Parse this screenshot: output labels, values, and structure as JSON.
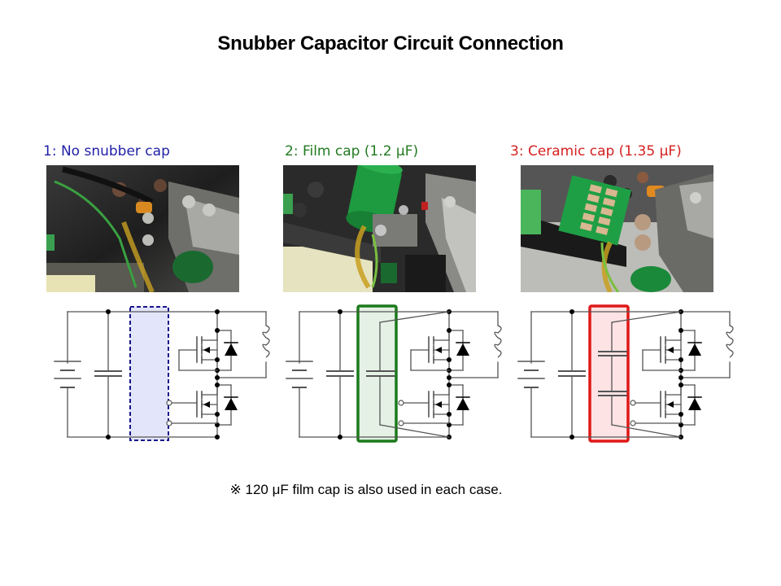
{
  "title": "Snubber Capacitor Circuit Connection",
  "cases": [
    {
      "id": "no-snubber",
      "label": "1: No snubber cap",
      "color": "#1f1fa8",
      "highlight_fill": "#e3e5fb",
      "highlight_stroke": "#16168c",
      "highlight_style": "dashed",
      "snubber_caps": 0,
      "photo_description": "Power module terminals with wires, no snubber capacitor"
    },
    {
      "id": "film-cap",
      "label": "2: Film cap (1.2 μF)",
      "color": "#217a21",
      "highlight_fill": "#e4f1e4",
      "highlight_stroke": "#1b7a1b",
      "highlight_style": "solid",
      "snubber_caps": 1,
      "photo_description": "Green cylindrical film capacitor mounted on module terminals"
    },
    {
      "id": "ceramic-cap",
      "label": "3: Ceramic cap (1.35 μF)",
      "color": "#d42020",
      "highlight_fill": "#fde3e3",
      "highlight_stroke": "#e01818",
      "highlight_style": "solid",
      "snubber_caps": 2,
      "photo_description": "Green PCB with ceramic chip capacitors mounted on module terminals"
    }
  ],
  "footnote": "※ 120 μF film cap is also used in each case."
}
